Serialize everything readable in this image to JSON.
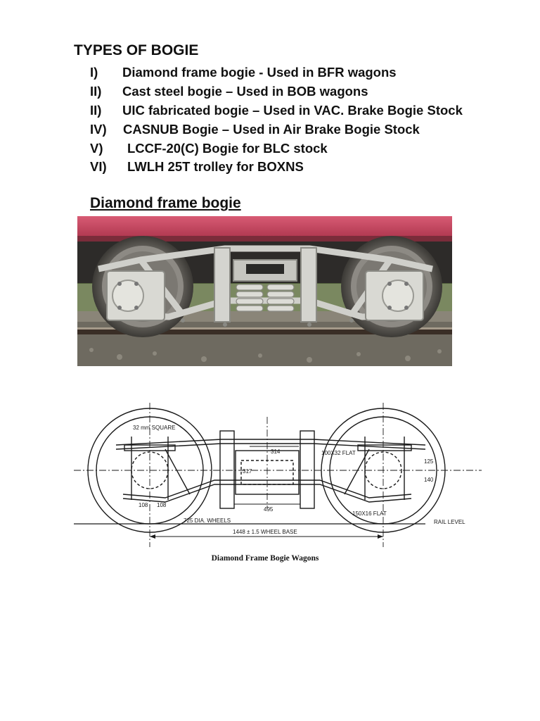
{
  "document": {
    "heading": "TYPES OF BOGIE",
    "bogie_types": [
      {
        "numeral": "I)",
        "text": "Diamond frame bogie - Used in BFR wagons"
      },
      {
        "numeral": "II)",
        "text": "Cast steel bogie – Used in BOB wagons"
      },
      {
        "numeral": "II)",
        "text": "UIC fabricated bogie – Used in VAC. Brake Bogie Stock"
      },
      {
        "numeral": "IV)",
        "text": "CASNUB Bogie – Used in Air Brake Bogie Stock"
      },
      {
        "numeral": "V)",
        "text": "LCCF-20(C) Bogie for BLC stock"
      },
      {
        "numeral": "VI)",
        "text": "LWLH 25T trolley for BOXNS"
      }
    ],
    "subheading": "Diamond frame bogie"
  },
  "drawing": {
    "labels": {
      "square": "32 mm SQUARE",
      "dim_314": "314",
      "dim_317": "317",
      "dim_495": "495",
      "dim_108a": "108",
      "dim_108b": "108",
      "dim_125": "125",
      "dim_140": "140",
      "flat_upper": "100X32 FLAT",
      "flat_lower": "150X16 FLAT",
      "wheels": "725 DIA. WHEELS",
      "rail_level": "RAIL LEVEL",
      "wheel_base": "1448 ± 1.5 WHEEL BASE"
    },
    "caption": "Diamond Frame Bogie Wagons"
  },
  "colors": {
    "wagon_body": "#c9465e",
    "frame_grey": "#c8c8c4",
    "ballast": "#6e6a60",
    "drawing_ink": "#1a1a1a"
  }
}
